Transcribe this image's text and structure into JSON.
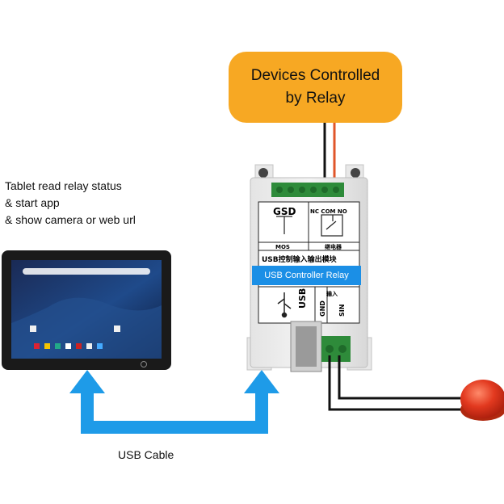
{
  "devices_box": {
    "line1": "Devices Controlled",
    "line2": "by Relay"
  },
  "tablet_caption": {
    "line1": "Tablet read relay status",
    "line2": "& start app",
    "line3": "& show camera or web url"
  },
  "usb_cable_label": "USB Cable",
  "relay_module": {
    "blue_label": "USB Controller Relay",
    "title_cn": "USB控制输入输出模块",
    "gsd": "GSD",
    "nc_com_no": "NC COM NO",
    "mos": "MOS",
    "relay_cn": "继电器",
    "usb_vertical": "USB",
    "gnd": "GND",
    "sin": "SIN",
    "input_cn": "输入"
  },
  "colors": {
    "orange_box": "#f7a823",
    "arrow_blue": "#1e9be8",
    "relay_label_blue": "#1b8fe6",
    "terminal_green": "#2e8b3a",
    "button_red": "#e2391f"
  },
  "icons": [
    "usb-symbol-icon",
    "relay-switch-icon",
    "power-icon"
  ]
}
